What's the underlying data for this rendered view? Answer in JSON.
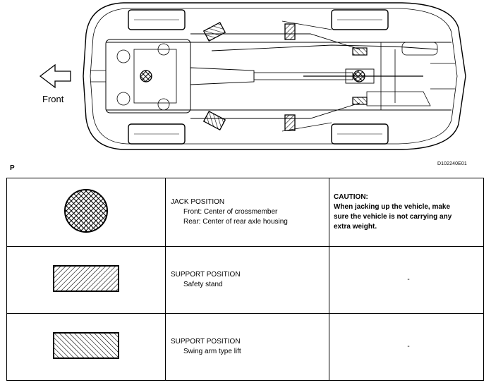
{
  "diagram": {
    "front_label": "Front",
    "figure_id": "D102240E01",
    "page_marker": "P"
  },
  "legend": {
    "rows": [
      {
        "symbol": "jack-position-circle",
        "title": "JACK POSITION",
        "lines": [
          "Front: Center of crossmember",
          "Rear: Center of rear axle housing"
        ],
        "note_title": "CAUTION:",
        "note_text": "When jacking up the vehicle, make sure the vehicle is not carrying any extra weight."
      },
      {
        "symbol": "safety-stand-rectangle",
        "title": "SUPPORT POSITION",
        "lines": [
          "Safety stand"
        ],
        "note_text": "-"
      },
      {
        "symbol": "swing-arm-lift-rectangle",
        "title": "SUPPORT POSITION",
        "lines": [
          "Swing arm type lift"
        ],
        "note_text": "-"
      }
    ]
  }
}
